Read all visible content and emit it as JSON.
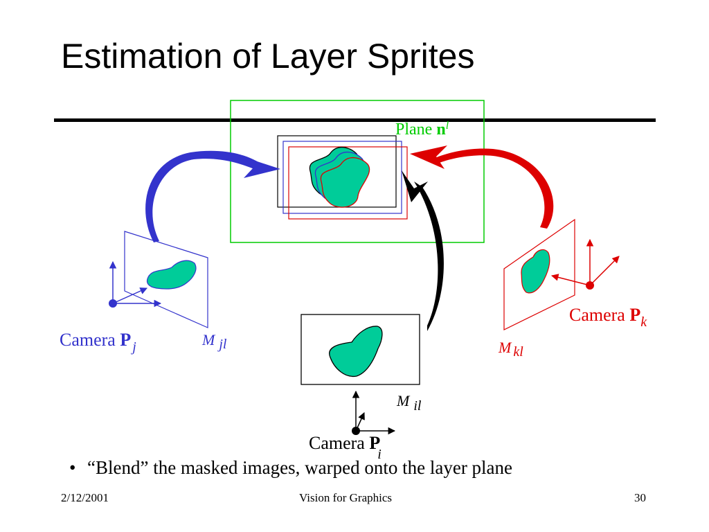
{
  "slide": {
    "title": "Estimation of Layer Sprites",
    "bullet": "“Blend” the masked images, warped onto the layer plane"
  },
  "labels": {
    "plane": {
      "text": "Plane ",
      "bold": "n",
      "sup": "l",
      "color": "#00cc00"
    },
    "camera_j": {
      "text": "Camera ",
      "bold": "P",
      "sub": "j",
      "color": "#3333cc"
    },
    "camera_k": {
      "text": "Camera ",
      "bold": "P",
      "sub": "k",
      "color": "#dd0000"
    },
    "camera_i": {
      "text": "Camera ",
      "bold": "P",
      "sub": "i",
      "color": "#000000"
    },
    "m_jl": {
      "main": "M",
      "sub": "jl",
      "color": "#3333cc"
    },
    "m_kl": {
      "main": "M",
      "sub": "kl",
      "color": "#dd0000"
    },
    "m_il": {
      "main": "M",
      "sub": "il",
      "color": "#000000"
    }
  },
  "colors": {
    "sprite_fill": "#00cc99",
    "plane_frame": "#00cc00",
    "blue": "#3333cc",
    "red": "#dd0000",
    "black": "#000000"
  },
  "footer": {
    "date": "2/12/2001",
    "center": "Vision for Graphics",
    "page": "30"
  }
}
